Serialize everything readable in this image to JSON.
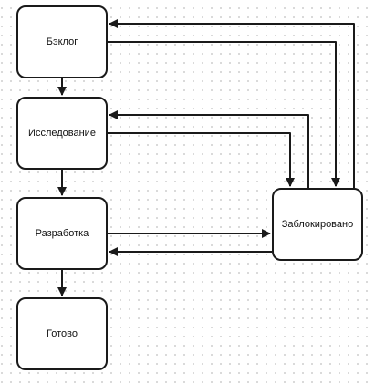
{
  "diagram": {
    "nodes": [
      {
        "id": "backlog",
        "label": "Бэклог"
      },
      {
        "id": "research",
        "label": "Исследование"
      },
      {
        "id": "development",
        "label": "Разработка"
      },
      {
        "id": "done",
        "label": "Готово"
      },
      {
        "id": "blocked",
        "label": "Заблокировано"
      }
    ],
    "edges": [
      {
        "from": "backlog",
        "to": "research"
      },
      {
        "from": "research",
        "to": "development"
      },
      {
        "from": "development",
        "to": "done"
      },
      {
        "from": "backlog",
        "to": "blocked"
      },
      {
        "from": "blocked",
        "to": "backlog"
      },
      {
        "from": "research",
        "to": "blocked"
      },
      {
        "from": "blocked",
        "to": "research"
      },
      {
        "from": "development",
        "to": "blocked"
      },
      {
        "from": "blocked",
        "to": "development"
      }
    ],
    "colors": {
      "stroke": "#1a1a1a",
      "node_fill": "#ffffff",
      "grid_dot": "#c9c9c9"
    }
  }
}
